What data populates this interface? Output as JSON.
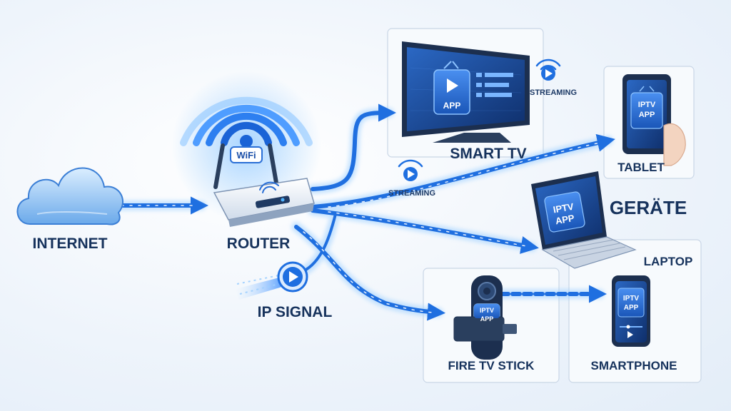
{
  "labels": {
    "internet": "INTERNET",
    "router": "ROUTER",
    "ip_signal": "IP SIGNAL",
    "smart_tv": "SMART TV",
    "tablet": "TABLET",
    "geraete": "GERÄTE",
    "laptop": "LAPTOP",
    "fire_tv_stick": "FIRE TV STICK",
    "smartphone": "SMARTPHONE",
    "streaming_tv": "STREAMING",
    "streaming_mid": "STREAMING"
  },
  "router_badge": "WiFi",
  "app_badges": {
    "tv": "APP",
    "tablet_line1": "IPTV",
    "tablet_line2": "APP",
    "laptop_line1": "IPTV",
    "laptop_line2": "APP",
    "stick_line1": "IPTV",
    "stick_line2": "APP",
    "phone_line1": "IPTV",
    "phone_line2": "APP"
  },
  "icons": {
    "internet": "cloud-icon",
    "router": "wifi-router-icon",
    "ip_signal": "play-signal-icon",
    "smart_tv": "tv-icon",
    "tablet": "tablet-icon",
    "laptop": "laptop-icon",
    "fire_tv_stick": "fire-tv-stick-icon",
    "smartphone": "smartphone-icon",
    "streaming": "streaming-icon"
  },
  "colors": {
    "primary_blue": "#1f6fe0",
    "dark_navy": "#16325c",
    "glow_blue": "#6fb3ff",
    "screen_blue": "#1e4fa0"
  }
}
